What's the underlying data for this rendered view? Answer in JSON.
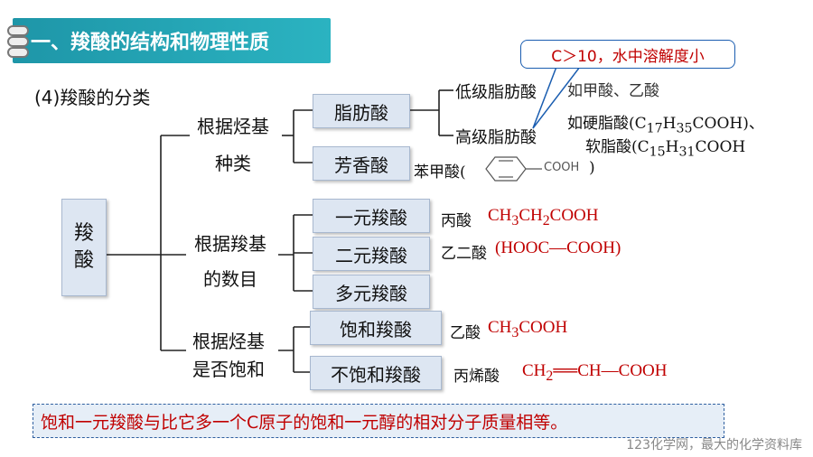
{
  "header": {
    "title": "一、羧酸的结构和物理性质"
  },
  "section": {
    "title": "(4)羧酸的分类"
  },
  "root": {
    "line1": "羧",
    "line2": "酸"
  },
  "criteria": {
    "hydrocarbon_kind": {
      "line1": "根据烃基",
      "line2": "种类"
    },
    "carboxyl_count": {
      "line1": "根据羧基",
      "line2": "的数目"
    },
    "saturation": {
      "line1": "根据烃基",
      "line2": "是否饱和"
    }
  },
  "nodes": {
    "aliphatic": "脂肪酸",
    "aromatic": "芳香酸",
    "mono": "一元羧酸",
    "di": "二元羧酸",
    "poly": "多元羧酸",
    "saturated": "饱和羧酸",
    "unsaturated": "不饱和羧酸"
  },
  "subnodes": {
    "lower": "低级脂肪酸",
    "higher": "高级脂肪酸"
  },
  "callout": {
    "text": "C＞10，水中溶解度小"
  },
  "examples": {
    "lower": "如甲酸、乙酸",
    "higher_prefix1": "如硬脂酸(C",
    "higher_sub1a": "17",
    "higher_mid1": "H",
    "higher_sub1b": "35",
    "higher_suffix1": "COOH)、",
    "higher_prefix2": "软脂酸(C",
    "higher_sub2a": "15",
    "higher_mid2": "H",
    "higher_sub2b": "31",
    "higher_suffix2": "COOH",
    "aromatic_name": "苯甲酸(",
    "aromatic_group": "COOH",
    "aromatic_close": ")",
    "mono_name": "丙酸",
    "mono_f1": "CH",
    "mono_s1": "3",
    "mono_f2": "CH",
    "mono_s2": "2",
    "mono_f3": "COOH",
    "di_name": "乙二酸",
    "di_formula": "(HOOC—COOH)",
    "sat_name": "乙酸",
    "sat_f1": "CH",
    "sat_s1": "3",
    "sat_f2": "COOH",
    "unsat_name": "丙烯酸",
    "unsat_f1": "CH",
    "unsat_s1": "2",
    "unsat_f2": "══CH—COOH"
  },
  "note": {
    "text": "饱和一元羧酸与比它多一个C原子的饱和一元醇的相对分子质量相等。"
  },
  "watermark": {
    "text": "123化学网，最大的化学资料库"
  },
  "colors": {
    "banner": "#2bb3c1",
    "accent_red": "#c00000",
    "box_fill": "#dde6f2"
  }
}
